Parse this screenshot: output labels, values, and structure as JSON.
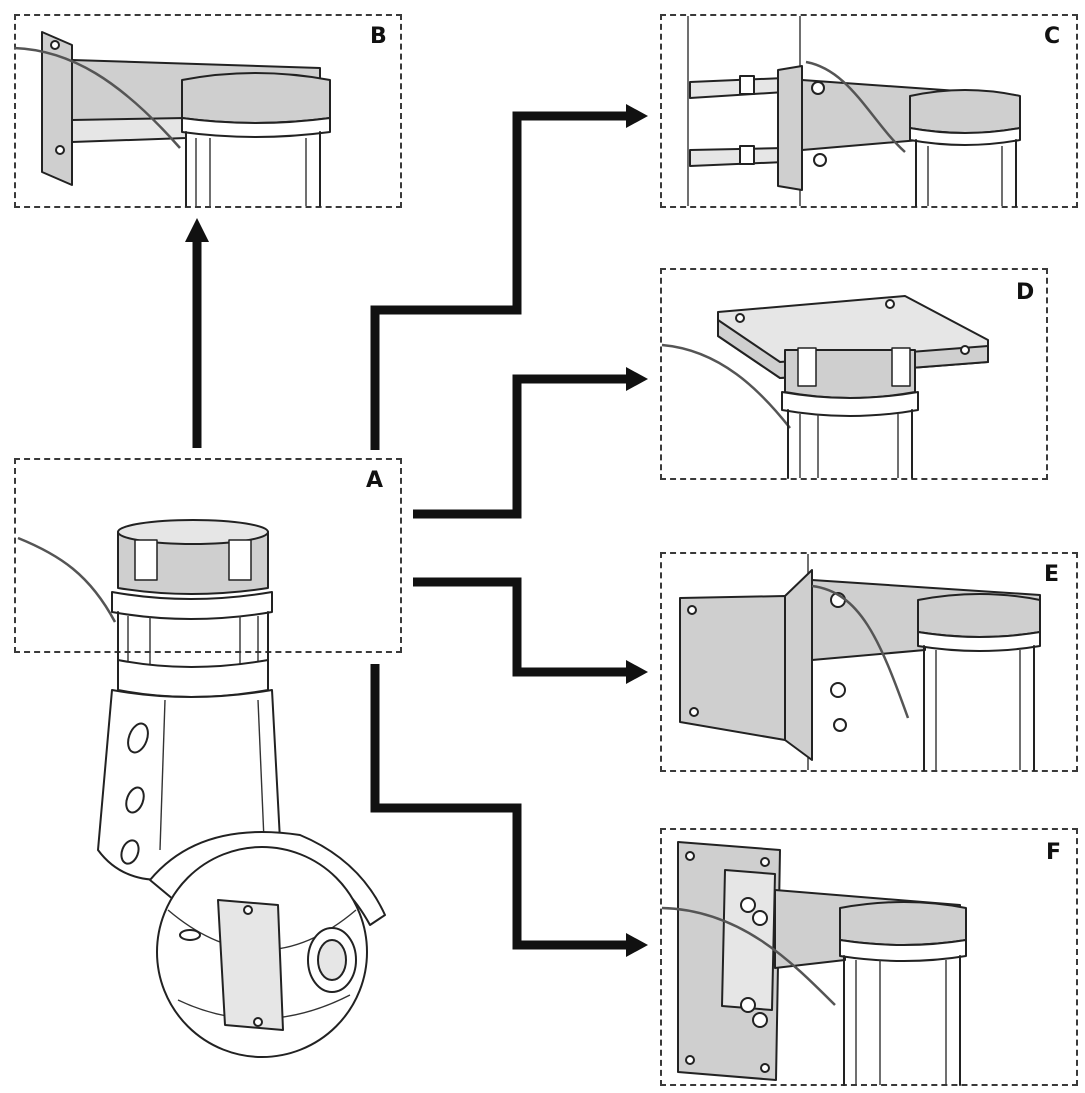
{
  "panels": {
    "A": {
      "label": "A"
    },
    "B": {
      "label": "B"
    },
    "C": {
      "label": "C"
    },
    "D": {
      "label": "D"
    },
    "E": {
      "label": "E"
    },
    "F": {
      "label": "F"
    }
  },
  "colors": {
    "line": "#222222",
    "fill_gray": "#cfcfcf",
    "fill_light": "#e6e6e6",
    "arrow": "#111111"
  }
}
